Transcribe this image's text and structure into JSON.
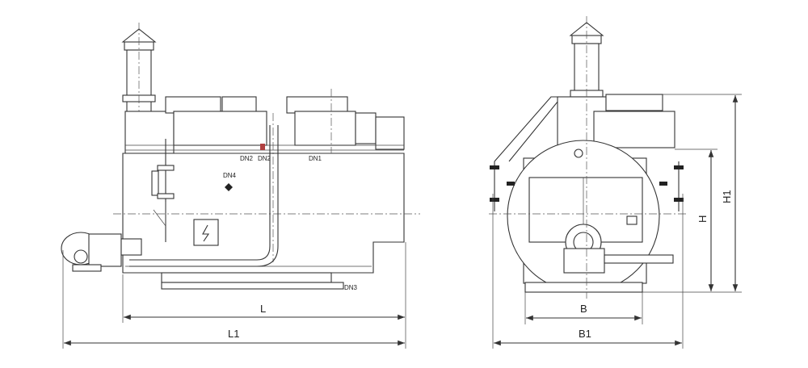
{
  "front_view": {
    "nozzles": {
      "dn1": "DN1",
      "dn2a": "DN2",
      "dn2b": "DN2",
      "dn3": "DN3",
      "dn4": "DN4"
    },
    "dimensions": {
      "length": "L",
      "total_length": "L1"
    }
  },
  "side_view": {
    "dimensions": {
      "width": "B",
      "total_width": "B1",
      "height": "H",
      "total_height": "H1"
    }
  },
  "colors": {
    "line": "#333333",
    "highlight": "#b04040"
  }
}
